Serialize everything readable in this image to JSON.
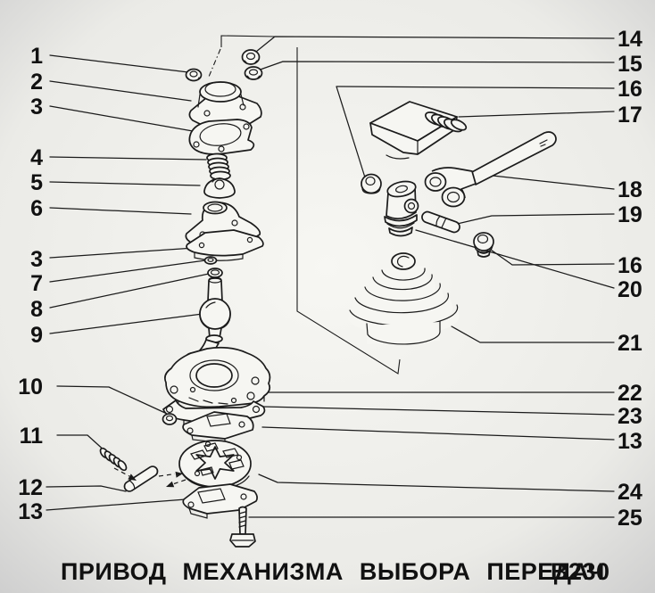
{
  "figure": {
    "caption": "ПРИВОД МЕХАНИЗМА ВЫБОРА ПЕРЕДАЧ",
    "code": "В230"
  },
  "colors": {
    "background_center": "#f6f6f2",
    "background_edge": "#cecece",
    "line": "#1b1b1b"
  },
  "callouts": {
    "left": [
      {
        "label": "1"
      },
      {
        "label": "2"
      },
      {
        "label": "3"
      },
      {
        "label": "4"
      },
      {
        "label": "5"
      },
      {
        "label": "6"
      },
      {
        "label": "3"
      },
      {
        "label": "7"
      },
      {
        "label": "8"
      },
      {
        "label": "9"
      },
      {
        "label": "10"
      },
      {
        "label": "11"
      },
      {
        "label": "12"
      },
      {
        "label": "13"
      }
    ],
    "right": [
      {
        "label": "14"
      },
      {
        "label": "15"
      },
      {
        "label": "16"
      },
      {
        "label": "17"
      },
      {
        "label": "18"
      },
      {
        "label": "19"
      },
      {
        "label": "16"
      },
      {
        "label": "20"
      },
      {
        "label": "21"
      },
      {
        "label": "22"
      },
      {
        "label": "23"
      },
      {
        "label": "13"
      },
      {
        "label": "24"
      },
      {
        "label": "25"
      }
    ]
  }
}
